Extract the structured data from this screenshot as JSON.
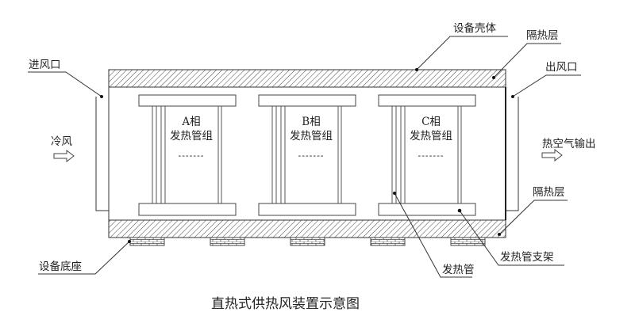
{
  "diagram": {
    "title": "直热式供热风装置示意图",
    "labels": {
      "inlet": "进风口",
      "cold_air": "冷风",
      "shell": "设备壳体",
      "insulation_top": "隔热层",
      "outlet": "出风口",
      "hot_air_output": "热空气输出",
      "insulation_bottom": "隔热层",
      "base": "设备底座",
      "heating_tube": "发热管",
      "heating_tube_bracket": "发热管支架"
    },
    "heater_groups": [
      {
        "phase": "A相",
        "name": "发热管组",
        "ellipsis": "-------"
      },
      {
        "phase": "B相",
        "name": "发热管组",
        "ellipsis": "-------"
      },
      {
        "phase": "C相",
        "name": "发热管组",
        "ellipsis": "-------"
      }
    ],
    "base_block_count": 5,
    "colors": {
      "line": "#333333",
      "background": "#ffffff"
    }
  }
}
